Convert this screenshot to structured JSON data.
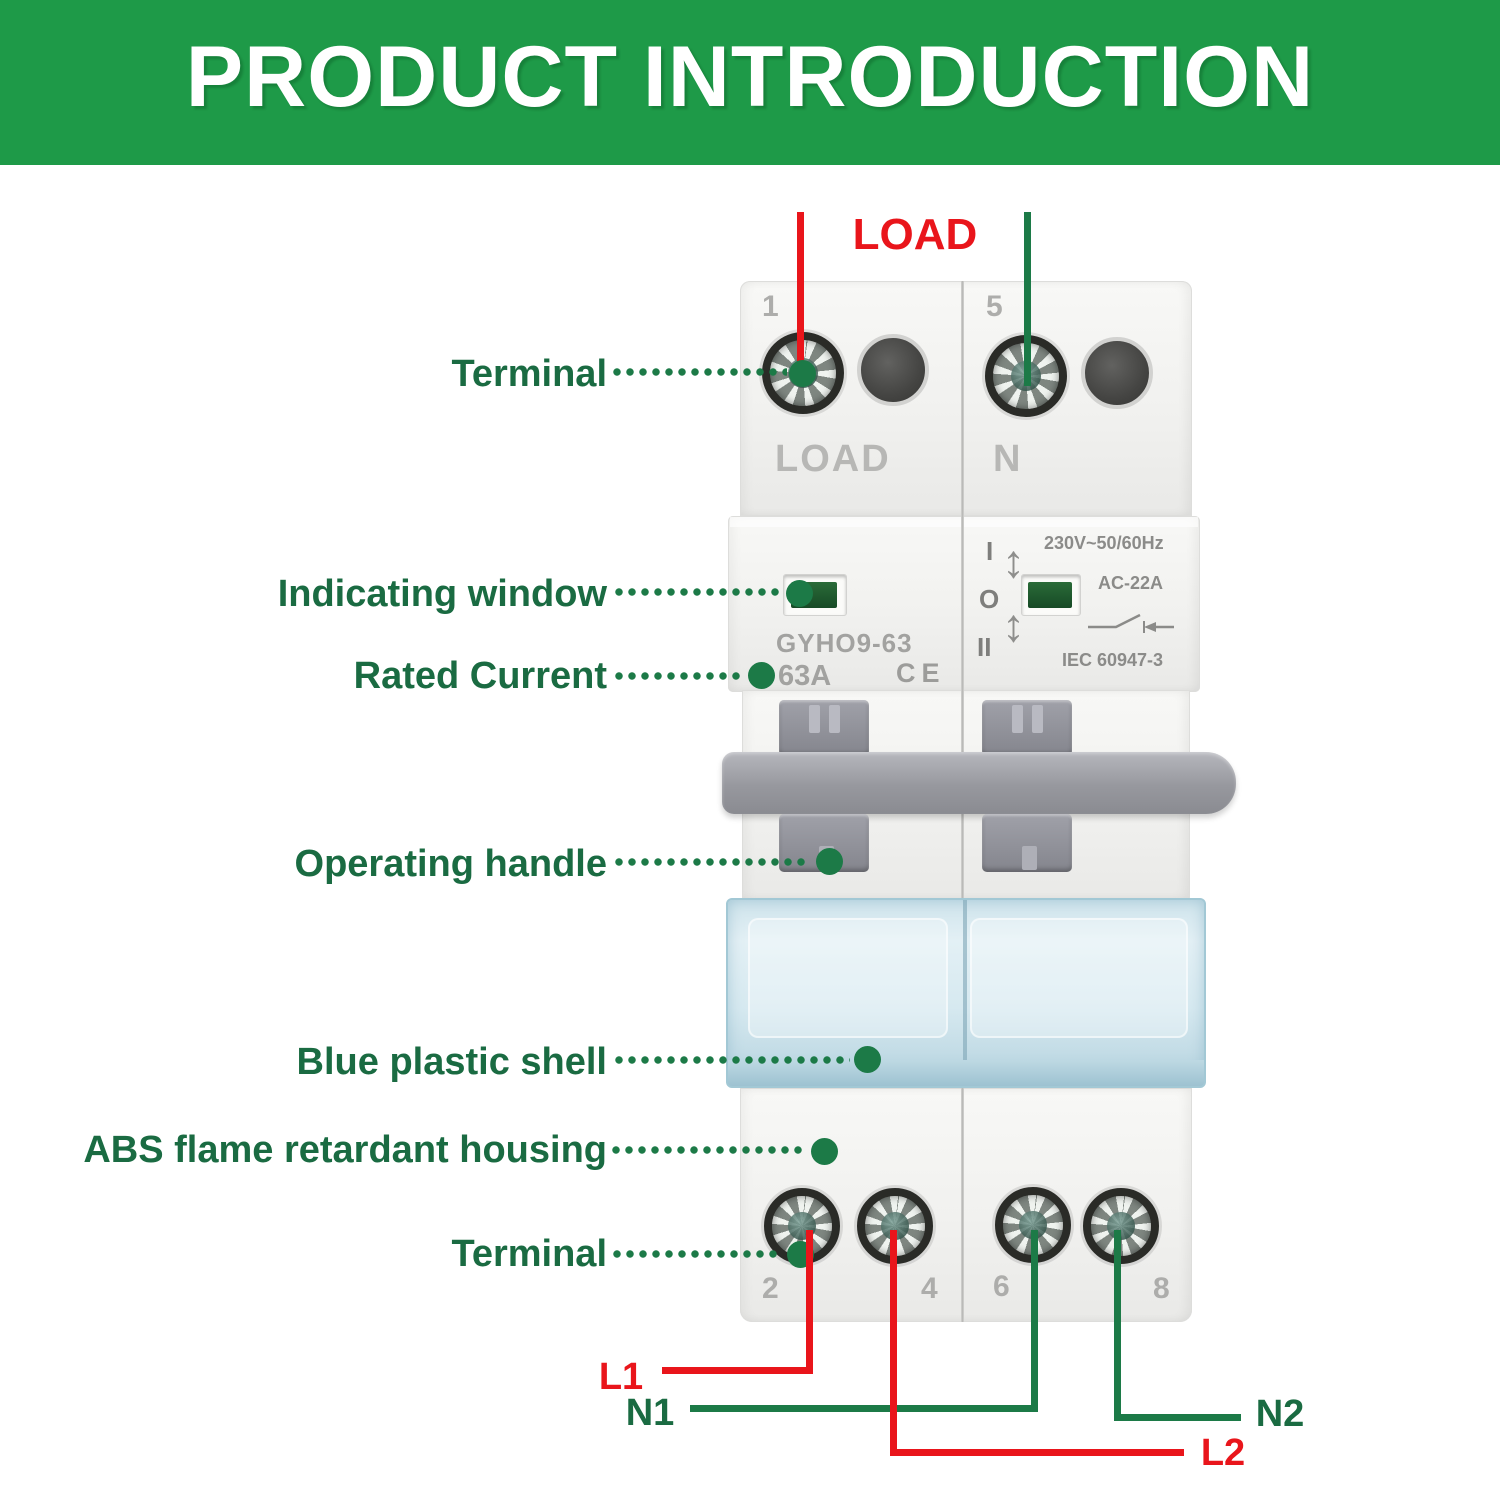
{
  "banner": {
    "title": "PRODUCT INTRODUCTION",
    "background_green": "#1e9a48"
  },
  "colors": {
    "label_green": "#1a6b42",
    "wire_green": "#1c7a47",
    "wire_red": "#e9151b",
    "shell_blue": "#cfe4ec"
  },
  "callouts": {
    "terminal_top": "Terminal",
    "indicating_window": "Indicating window",
    "rated_current": "Rated Current",
    "operating_handle": "Operating handle",
    "blue_plastic_shell": "Blue plastic shell",
    "abs_housing": "ABS flame retardant housing",
    "terminal_bottom": "Terminal"
  },
  "wires": {
    "load": "LOAD",
    "l1": "L1",
    "n1": "N1",
    "l2": "L2",
    "n2": "N2"
  },
  "device": {
    "pole1_number": "1",
    "pole2_number": "5",
    "load_marking": "LOAD",
    "n_marking": "N",
    "model": "GYHO9-63",
    "rated_current": "63A",
    "ce_mark": "CE",
    "voltage": "230V~50/60Hz",
    "utilization": "AC-22A",
    "standard": "IEC 60947-3",
    "pos_i": "I",
    "pos_o": "O",
    "pos_ii": "II",
    "arrow": "↕",
    "terminal_numbers": {
      "b2": "2",
      "b4": "4",
      "b6": "6",
      "b8": "8"
    }
  }
}
